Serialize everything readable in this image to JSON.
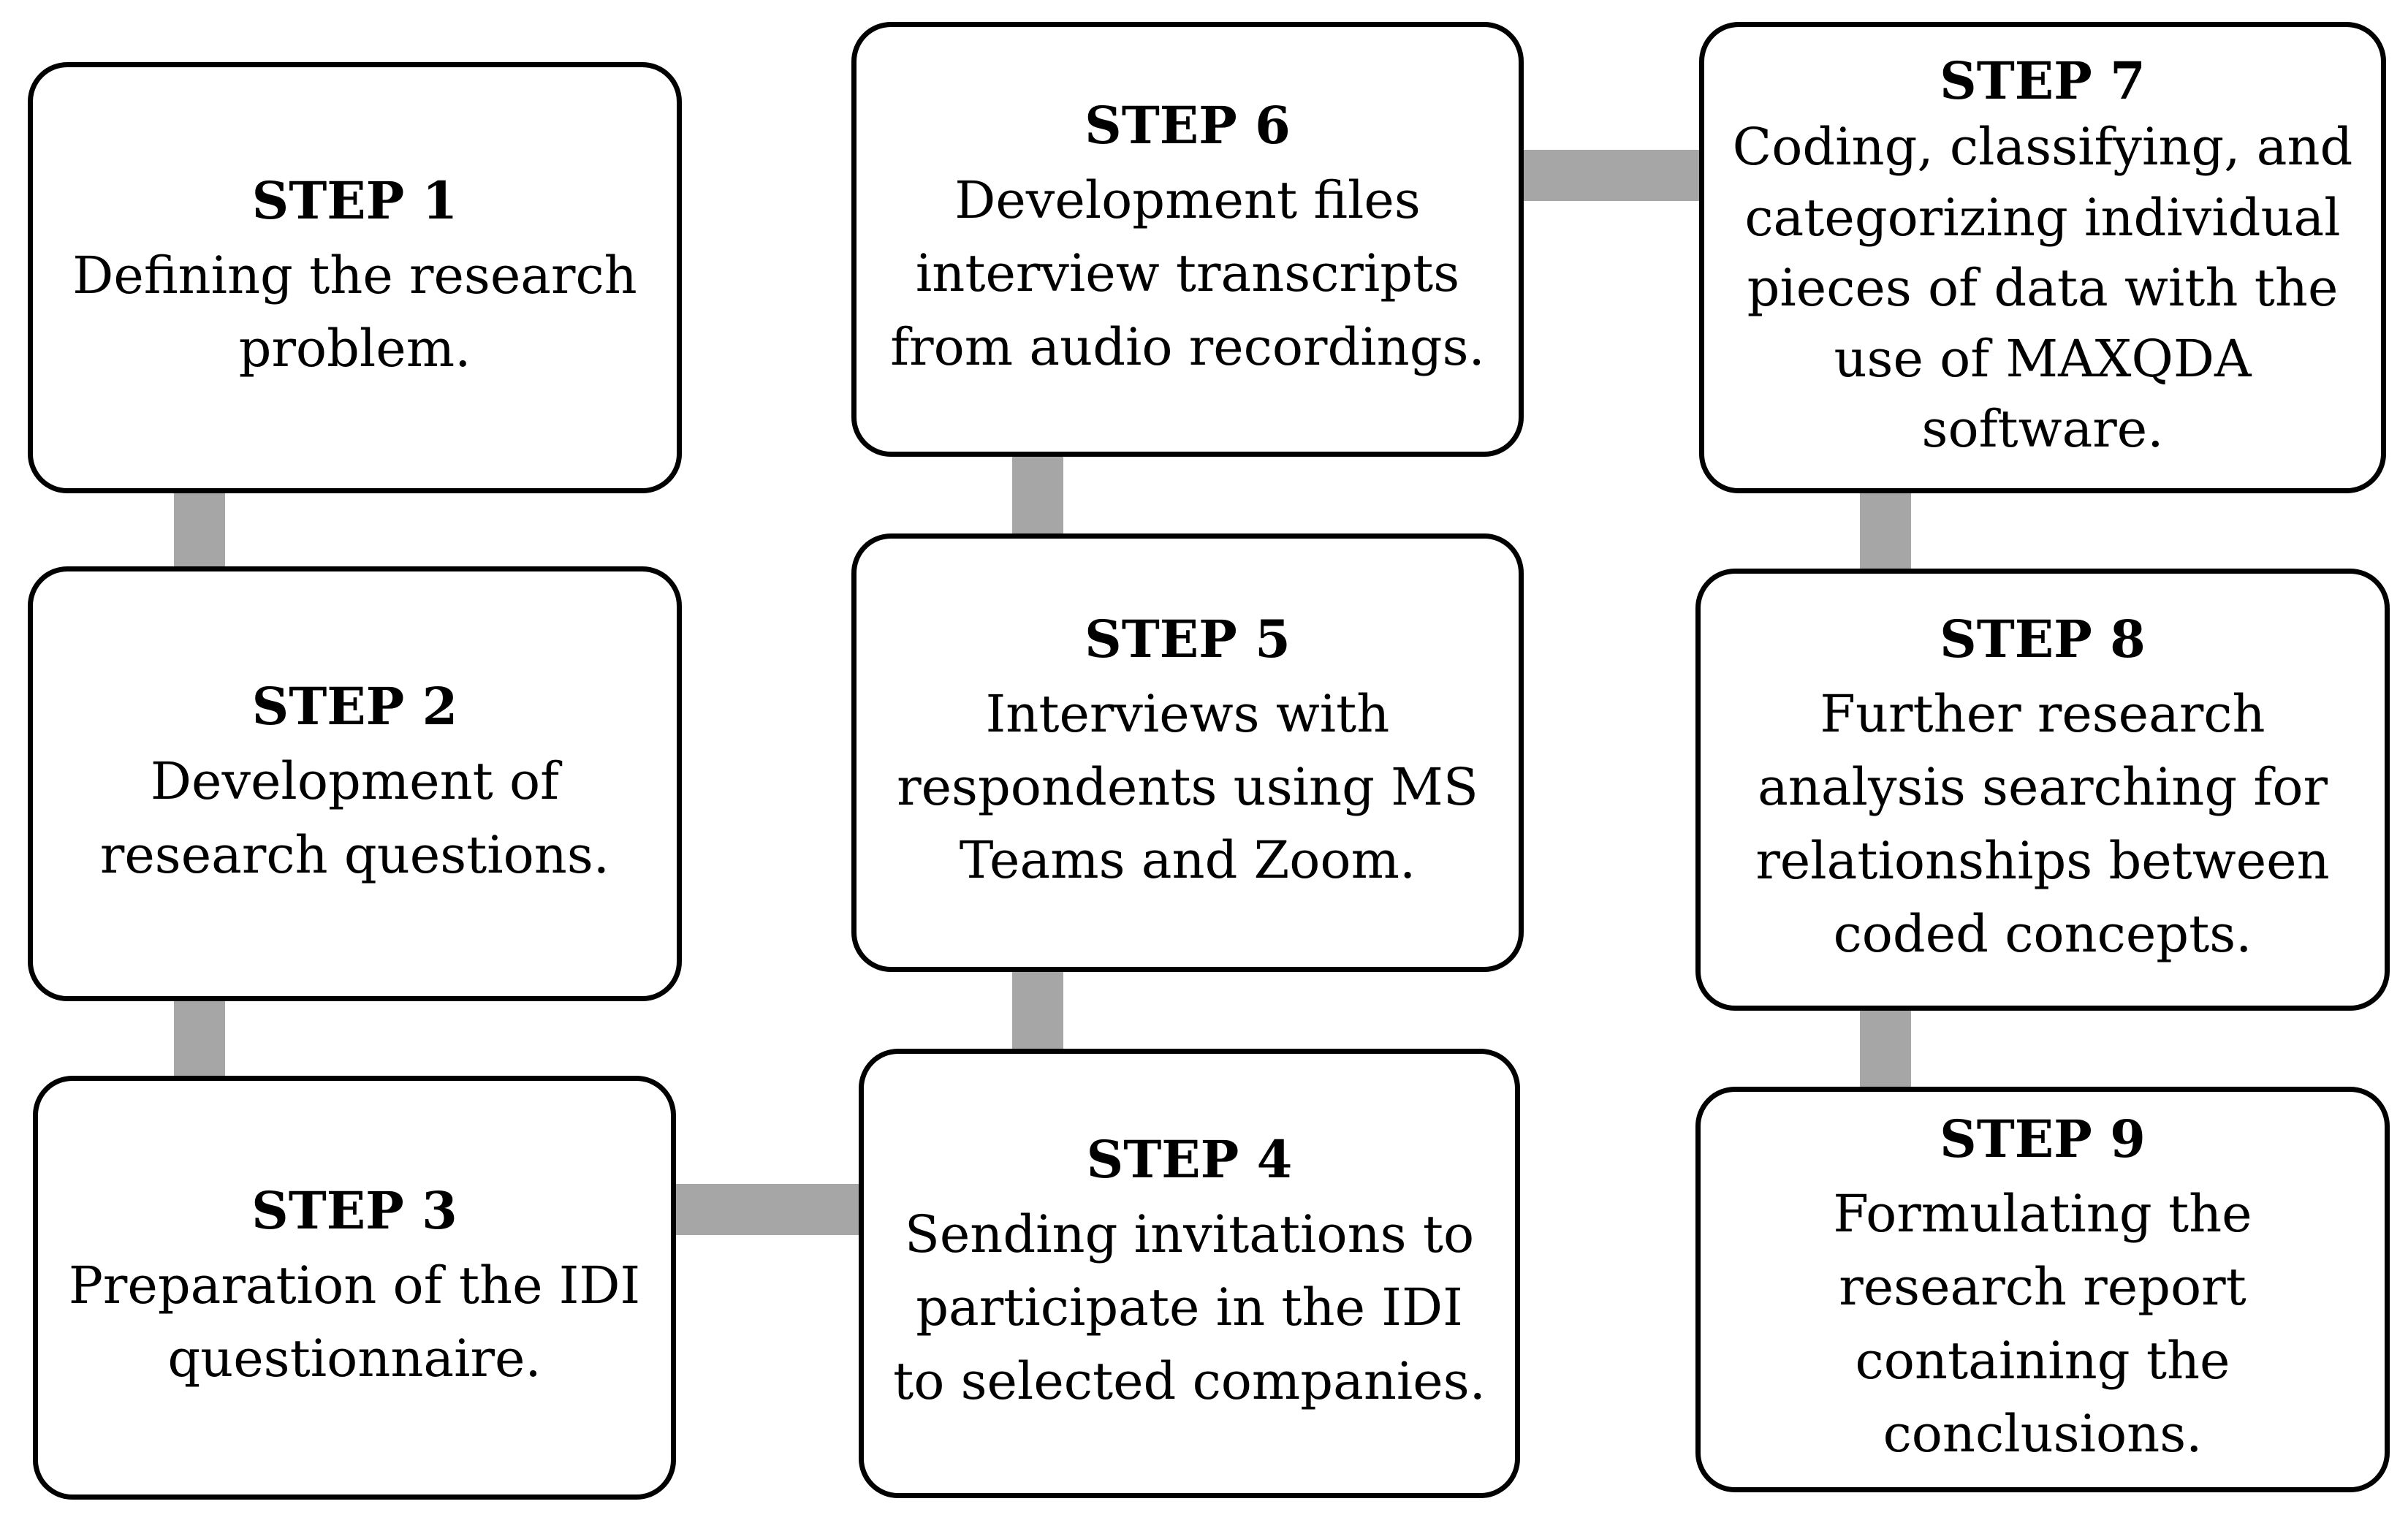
{
  "colors": {
    "border": "#000000",
    "connector": "#a6a6a6",
    "background": "#ffffff"
  },
  "steps": [
    {
      "title": "STEP 1",
      "text": "Defining the research problem."
    },
    {
      "title": "STEP 2",
      "text": "Development of research questions."
    },
    {
      "title": "STEP 3",
      "text": "Preparation of the IDI questionnaire."
    },
    {
      "title": "STEP 4",
      "text": "Sending invitations to participate in the IDI to selected companies."
    },
    {
      "title": "STEP 5",
      "text": "Interviews with respondents using MS Teams and Zoom."
    },
    {
      "title": "STEP 6",
      "text": "Development files interview transcripts from audio recordings."
    },
    {
      "title": "STEP 7",
      "text": "Coding, classifying, and categorizing individual pieces of data with the use of MAXQDA software."
    },
    {
      "title": "STEP 8",
      "text": "Further research analysis searching for relationships between coded concepts."
    },
    {
      "title": "STEP 9",
      "text": "Formulating the research report containing the conclusions."
    }
  ]
}
